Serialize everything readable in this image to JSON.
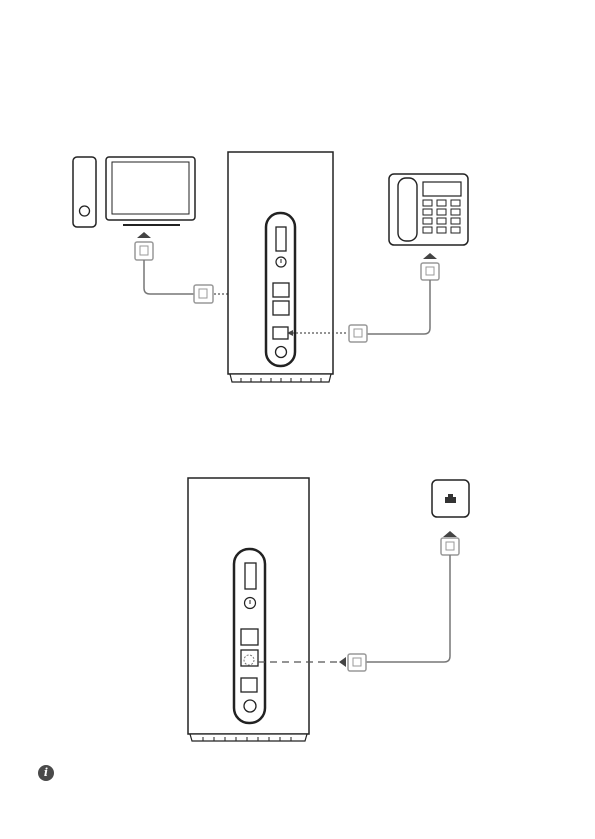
{
  "diagram": {
    "figures": [
      {
        "name": "computer-and-phone-connection",
        "devices": [
          "computer",
          "router",
          "landline-phone"
        ],
        "connections": [
          {
            "from": "computer",
            "to": "router",
            "port": "lan",
            "cable": "ethernet"
          },
          {
            "from": "landline-phone",
            "to": "router",
            "port": "tel",
            "cable": "phone"
          }
        ]
      },
      {
        "name": "wall-lan-connection",
        "devices": [
          "router",
          "wall-network-jack"
        ],
        "connections": [
          {
            "from": "wall-network-jack",
            "to": "router",
            "port": "wan",
            "cable": "ethernet"
          }
        ]
      }
    ]
  },
  "icons": {
    "note": "info-icon",
    "note_glyph": "i"
  },
  "colors": {
    "line": "#222222",
    "cable": "#777777",
    "connector": "#999999",
    "background": "#ffffff"
  }
}
